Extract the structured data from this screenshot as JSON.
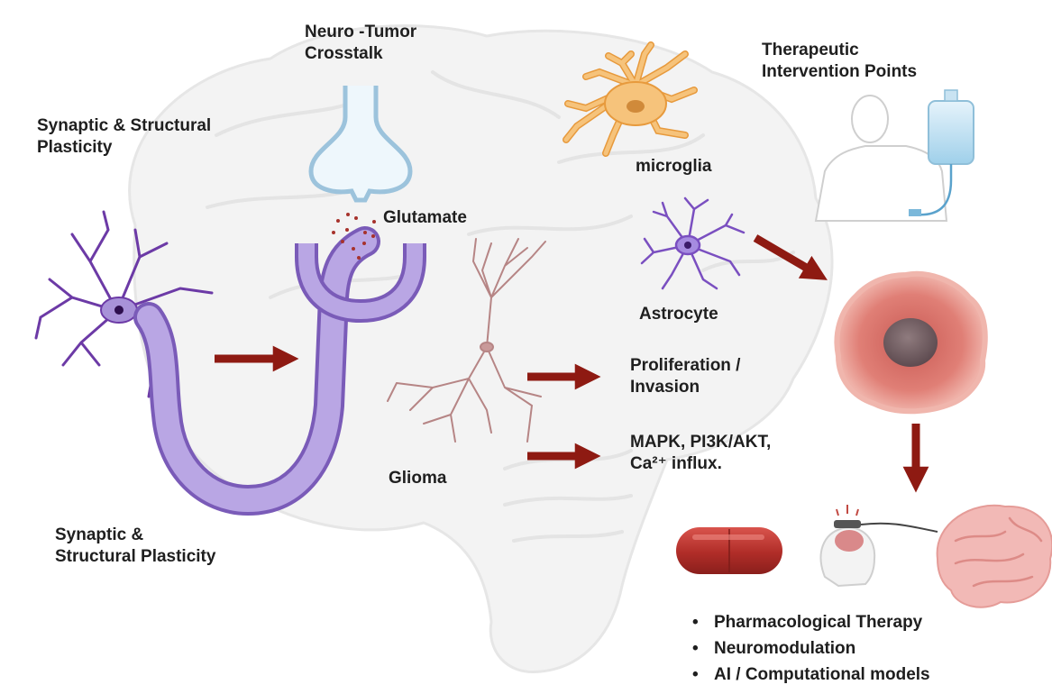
{
  "labels": {
    "crosstalk": [
      "Neuro -Tumor",
      "Crosstalk"
    ],
    "plasticity_top": [
      "Synaptic & Structural",
      "Plasticity"
    ],
    "plasticity_bottom": [
      "Synaptic &",
      "Structural Plasticity"
    ],
    "therapeutic": [
      "Therapeutic",
      "Intervention Points"
    ],
    "glutamate": "Glutamate",
    "microglia": "microglia",
    "astrocyte": "Astrocyte",
    "glioma": "Glioma",
    "proliferation": [
      "Proliferation /",
      "Invasion"
    ],
    "signaling": [
      "MAPK, PI3K/AKT,",
      "Ca²⁺ influx."
    ]
  },
  "therapies": [
    "Pharmacological Therapy",
    "Neuromodulation",
    "AI / Computational models"
  ],
  "icons": [
    "brain-outline-icon",
    "neuron-icon",
    "synapse-icon",
    "glioma-cell-icon",
    "microglia-icon",
    "astrocyte-icon",
    "patient-iv-icon",
    "tumor-icon",
    "capsule-icon",
    "head-stimulation-icon",
    "brain-icon"
  ],
  "colors": {
    "arrow": "#8e1a12",
    "neuron": "#a892d8",
    "neuron_dark": "#6c3aa6",
    "glioma": "#b07a7a",
    "microglia": "#f0b25a",
    "tumor": "#d9706a",
    "tumor_core": "#7f6a6a",
    "capsule": "#c53a34"
  }
}
